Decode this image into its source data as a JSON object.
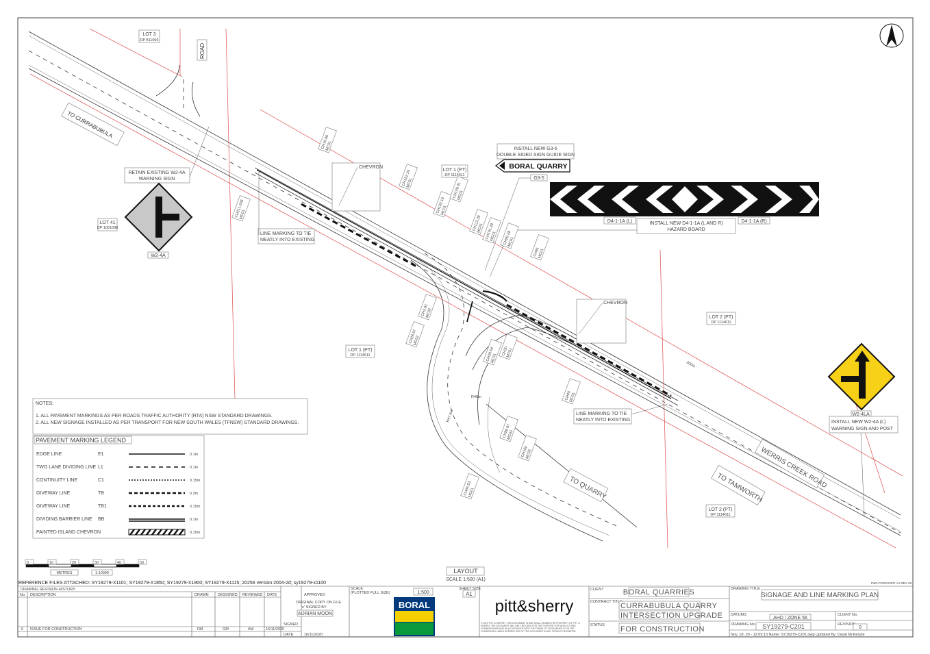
{
  "labels": {
    "lot3": "LOT 3",
    "lot3_dp": "DP 811066",
    "road": "ROAD",
    "to_currabubula": "TO CURRABUBULA",
    "retain_sign_1": "RETAIN EXISTING W2-4A",
    "retain_sign_2": "WARNING SIGN",
    "w2_4a": "W2-4A",
    "lot41": "LOT 41",
    "lot41_dp": "DP 1051098",
    "line_tie_1a": "LINE MARKING TO TIE",
    "line_tie_1b": "NEATLY INTO EXISTING",
    "chevron_1": "CHEVRON",
    "lot1_pt_top": "LOT 1 (PT)",
    "lot1_pt_top_dp": "DP 1114611",
    "install_g35_1": "INSTALL NEW G3-5",
    "install_g35_2": "DOUBLE SIDED SIGN GUIDE SIGN",
    "boral_quarry_sign": "BORAL QUARRY",
    "g3_5": "G3-5",
    "d4_l": "D4-1-1A (L)",
    "d4_r": "D4-1-1A (R)",
    "install_d4_1": "INSTALL NEW D4-1-1A (L AND R)",
    "install_d4_2": "HAZARD BOARD",
    "chevron_2": "CHEVRON",
    "lot2_pt_mid": "LOT 2 (PT)",
    "lot2_pt_mid_dp": "DP 1114611",
    "lot1_pt_mid": "LOT 1 (PT)",
    "lot1_pt_mid_dp": "DP 1114611",
    "line_tie_2a": "LINE MARKING TO TIE",
    "line_tie_2b": "NEATLY INTO EXISTING",
    "w2_4la": "W2-4LA",
    "install_w2_1": "INSTALL NEW W2-4A (L)",
    "install_w2_2": "WARNING SIGN AND POST",
    "werris_creek_road": "WERRIS CREEK ROAD",
    "to_tamworth": "TO TAMWORTH",
    "to_quarry": "TO QUARRY",
    "lot2_pt_bot": "LOT 2 (PT)",
    "lot2_pt_bot_dp": "DP 1114611",
    "dim_r40": "R40m",
    "dim_r45": "R47.5m",
    "dim_200": "200m"
  },
  "chainages": [
    "CH19.86 MC01",
    "CH211.298 MC01",
    "CH152.19 MC01",
    "CH132.19 MC01",
    "CH128.31 MC01",
    "CH113.38 MC01",
    "CH101.28 MC01",
    "CH99.28 MC01",
    "CH81 MC01",
    "CH2.91 MC02",
    "CH28.97 MC02",
    "CH29.54 MC01",
    "CH30 MC01",
    "CH40 MC01",
    "CH86.87 MC02",
    "CH100 MC02",
    "CH65.53 MC01"
  ],
  "notes": {
    "title": "NOTES:",
    "items": [
      "1.    ALL PAVEMENT MARKINGS AS PER ROADS TRAFFIC AUTHORITY (RTA) NSW STANDARD DRAWINGS.",
      "2.    ALL NEW SIGNAGE INSTALLED AS PER TRANSPORT FOR NEW SOUTH WALES (TFNSW) STANDARD DRAWINGS."
    ]
  },
  "legend": {
    "title": "PAVEMENT MARKING LEGEND",
    "rows": [
      {
        "name": "EDGE LINE",
        "code": "E1",
        "width": "0.1m"
      },
      {
        "name": "TWO LANE DIVIDING LINE",
        "code": "L1",
        "width": "0.1m"
      },
      {
        "name": "CONTINUITY LINE",
        "code": "C1",
        "width": "0.15m"
      },
      {
        "name": "GIVEWAY LINE",
        "code": "TB",
        "width": "0.3m"
      },
      {
        "name": "GIVEWAY LINE",
        "code": "TB1",
        "width": "0.15m"
      },
      {
        "name": "DIVIDING BARRIER LINE",
        "code": "BB",
        "width": "0.1m"
      },
      {
        "name": "PAINTED ISLAND CHEVRON",
        "code": "",
        "width": "0.15m"
      }
    ]
  },
  "scale_bar": {
    "ticks": [
      "0",
      "10",
      "20",
      "30",
      "40",
      "50"
    ],
    "unit": "METRES",
    "ratio": "1:10000"
  },
  "layout_caption": {
    "title": "LAYOUT",
    "scale": "SCALE 1:500 (A1)"
  },
  "reference_files": "REFERENCE FILES ATTACHED: SY19279-X1101; SY19279-X1850; SY19279-X1900; SY19279-X1115; 20256 version 2004-2d; sy19279-x1100",
  "form_ref": "P&S-FORM-DRG-A1 REV 28",
  "title_block": {
    "revision_history": "DRAWING REVISION HISTORY",
    "col_no": "No.",
    "col_desc": "DESCRIPTION",
    "col_drawn": "DRAWN",
    "col_designed": "DESIGNED",
    "col_reviewed": "REVIEWED",
    "col_date": "DATE",
    "rev_no": "0",
    "rev_desc": "ISSUE FOR CONSTRUCTION",
    "rev_drawn": "DM",
    "rev_designed": "GM",
    "rev_reviewed": "AM",
    "rev_date": "16/11/2020",
    "approved": "APPROVED",
    "original_copy_1": "ORIGINAL COPY ON FILE",
    "original_copy_2": "'e' SIGNED BY",
    "approver": "ADRIAN MOON",
    "signed": "SIGNED",
    "date_label": "DATE",
    "date_value": "16/11/2020",
    "scale_label": "SCALE",
    "scale_sub": "(PLOTTED FULL SIZE)",
    "scale_value": "1:500",
    "sheet_size_label": "SHEET SIZE",
    "sheet_size": "A1",
    "client_logo": "BORAL",
    "consultant": "pitt&sherry",
    "consultant_disclaimer": "© 2019 PITT & SHERRY. THIS DOCUMENT IS AND SHALL REMAIN THE PROPERTY OF PITT & SHERRY. THE DOCUMENT MAY ONLY BE USED FOR THE PURPOSE FOR WHICH IT WAS COMMISSIONED AND IN ACCORDANCE WITH THE TERMS OF ENGAGEMENT FOR THE COMMISSION. UNAUTHORISED USE OF THIS DOCUMENT IN ANY FORM IS PROHIBITED.",
    "client_label": "CLIENT",
    "client": "BORAL QUARRIES",
    "contract_label": "CONTRACT TITLE",
    "contract_1": "CURRABUBULA QUARRY",
    "contract_2": "INTERSECTION UPGRADE",
    "status_label": "STATUS",
    "status": "FOR CONSTRUCTION",
    "drawing_title_label": "DRAWING TITLE",
    "drawing_title": "SIGNAGE AND LINE MARKING PLAN",
    "datums_label": "DATUMS",
    "datums": "AHD / ZONE 56",
    "client_no_label": "CLIENT No.",
    "drawing_no_label": "DRAWING No.",
    "drawing_no": "SY19279-C201",
    "revision_label": "REVISION",
    "revision": "0",
    "footer": "Nov. 18, 20 - 12:09:13 Name: SY19279-C201.dwg Updated By: David McKenzie"
  },
  "colors": {
    "boral_blue": "#003a7d",
    "boral_yellow": "#f5d000",
    "boral_green": "#0a9a3c",
    "warning_yellow": "#f7d117",
    "sign_grey": "#c8c8c8",
    "boundary": "#e06060"
  }
}
